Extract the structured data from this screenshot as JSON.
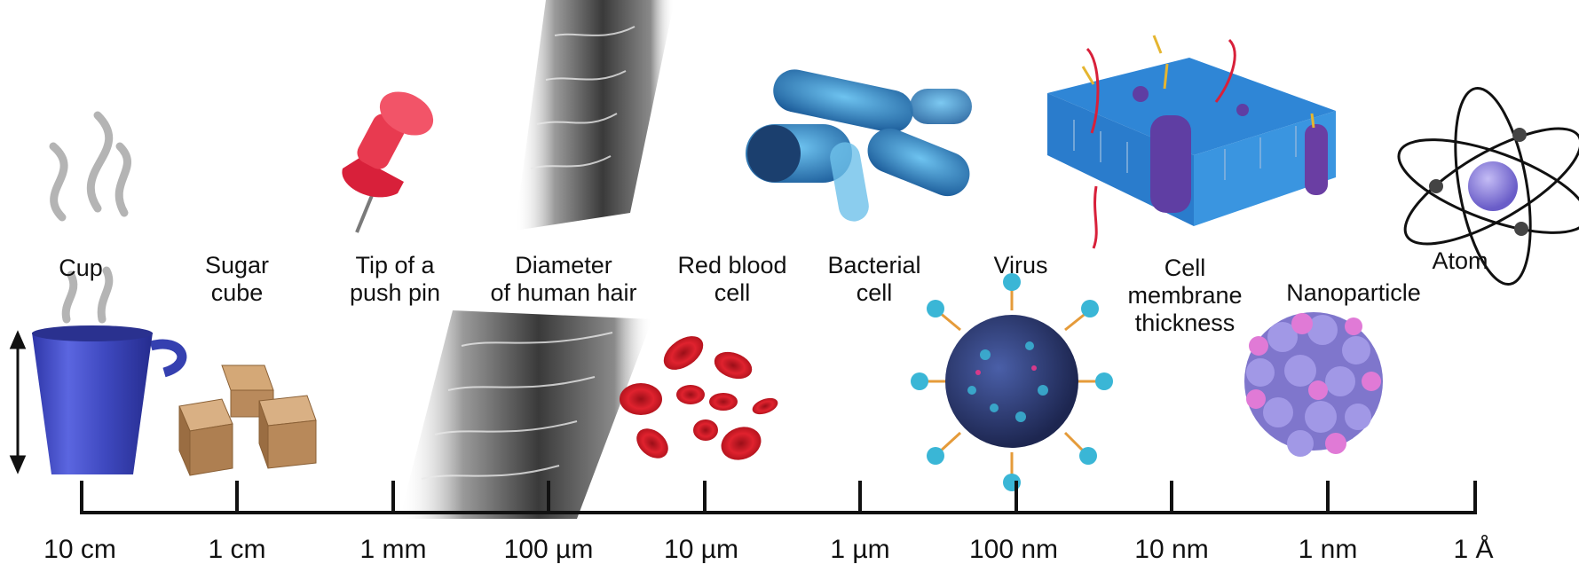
{
  "items": [
    {
      "label": "Cup"
    },
    {
      "label": "Sugar\ncube"
    },
    {
      "label": "Tip of a\npush pin"
    },
    {
      "label": "Diameter\nof human hair"
    },
    {
      "label": "Red blood\ncell"
    },
    {
      "label": "Bacterial\ncell"
    },
    {
      "label": "Virus"
    },
    {
      "label": "Cell\nmembrane\nthickness"
    },
    {
      "label": "Nanoparticle"
    },
    {
      "label": "Atom"
    }
  ],
  "scale": {
    "ticks": [
      "10 cm",
      "1 cm",
      "1 mm",
      "100 µm",
      "10 µm",
      "1 µm",
      "100 nm",
      "10 nm",
      "1 nm",
      "1 Å"
    ]
  },
  "colors": {
    "cup": "#4650c6",
    "sugar": "#b88a5a",
    "pin": "#e63248",
    "hair": "#6f6f6f",
    "blood": "#d81f2a",
    "bacteria": "#2f8fc8",
    "virus": "#2f3d7a",
    "membrane": "#3a8fd8",
    "protein": "#6a3ea3",
    "nano_purple": "#8f84d8",
    "nano_pink": "#e07ad6",
    "atom_core": "#8d82e0"
  }
}
